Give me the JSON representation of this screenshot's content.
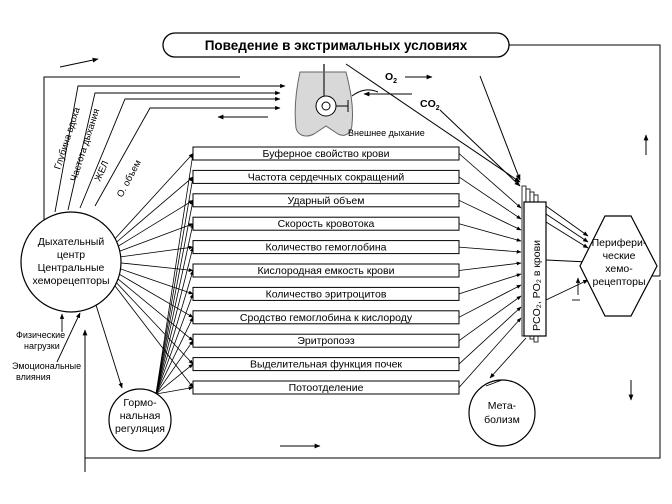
{
  "title": "Поведение в экстримальных условиях",
  "gases": {
    "o2": "O",
    "o2_sub": "2",
    "co2": "CO",
    "co2_sub": "2"
  },
  "external_breathing": "Внешнее дыхание",
  "center": {
    "lines": [
      "Дыхательный",
      "центр",
      "Центральные",
      "хеморецепторы"
    ]
  },
  "hormonal": {
    "lines": [
      "Гормо-",
      "нальная",
      "регуляция"
    ]
  },
  "metabolism": {
    "lines": [
      "Мета-",
      "болизм"
    ]
  },
  "peripheral": {
    "lines": [
      "Перифери-",
      "ческие",
      "хемо-",
      "рецепторы"
    ]
  },
  "blood_gas_label": "PCO₂, PO₂ в крови",
  "side_labels": {
    "physical": [
      "Физические",
      "нагрузки"
    ],
    "emotional": [
      "Эмоциональные",
      "влияния"
    ]
  },
  "rotated_labels": [
    "Глубина вдоха",
    "Частота дыхания",
    "ЖЕЛ",
    "О. объем"
  ],
  "factors": [
    "Буферное свойство крови",
    "Частота сердечных сокращений",
    "Ударный объем",
    "Скорость кровотока",
    "Количество гемоглобина",
    "Кислородная емкость крови",
    "Количество эритроцитов",
    "Сродство гемоглобина к кислороду",
    "Эритропоэз",
    "Выделительная функция почек",
    "Потоотделение"
  ]
}
